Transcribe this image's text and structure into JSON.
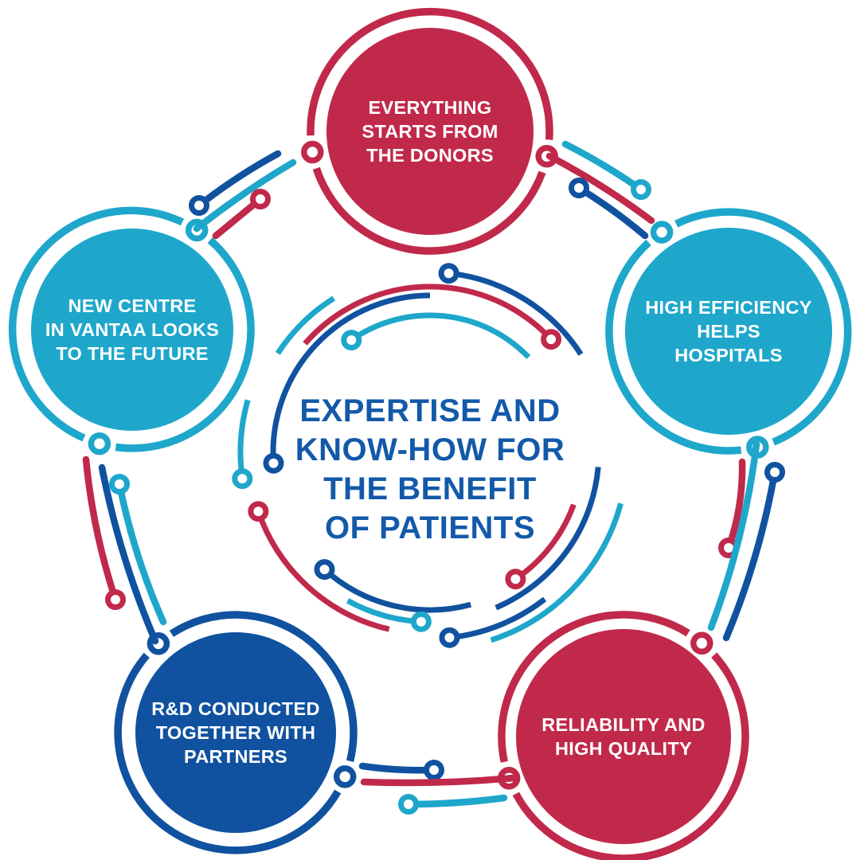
{
  "diagram": {
    "title": "Expertise wheel infographic",
    "center": {
      "label": "EXPERTISE AND KNOW-HOW FOR THE BENEFIT OF PATIENTS",
      "lines": [
        "EXPERTISE AND",
        "KNOW-HOW FOR",
        "THE BENEFIT",
        "OF PATIENTS"
      ]
    },
    "nodes": [
      {
        "id": "donors",
        "label": "EVERYTHING STARTS FROM THE DONORS",
        "lines": [
          "EVERYTHING",
          "STARTS FROM",
          "THE DONORS"
        ],
        "color_name": "crimson"
      },
      {
        "id": "efficiency",
        "label": "HIGH EFFICIENCY HELPS HOSPITALS",
        "lines": [
          "HIGH EFFICIENCY",
          "HELPS",
          "HOSPITALS"
        ],
        "color_name": "cyan"
      },
      {
        "id": "reliability",
        "label": "RELIABILITY AND HIGH QUALITY",
        "lines": [
          "RELIABILITY AND",
          "HIGH QUALITY",
          ""
        ],
        "color_name": "crimson"
      },
      {
        "id": "partners",
        "label": "R&D CONDUCTED TOGETHER WITH PARTNERS",
        "lines": [
          "R&D CONDUCTED",
          "TOGETHER WITH",
          "PARTNERS"
        ],
        "color_name": "blue"
      },
      {
        "id": "vantaa",
        "label": "NEW CENTRE IN VANTAA LOOKS TO THE FUTURE",
        "lines": [
          "NEW CENTRE",
          "IN VANTAA LOOKS",
          "TO THE FUTURE"
        ],
        "color_name": "cyan"
      }
    ],
    "colors": {
      "crimson": "#C1294B",
      "cyan": "#1EA7CB",
      "blue": "#10529F",
      "text_blue": "#1359A9",
      "white": "#FFFFFF",
      "background": "#FFFFFF"
    }
  }
}
